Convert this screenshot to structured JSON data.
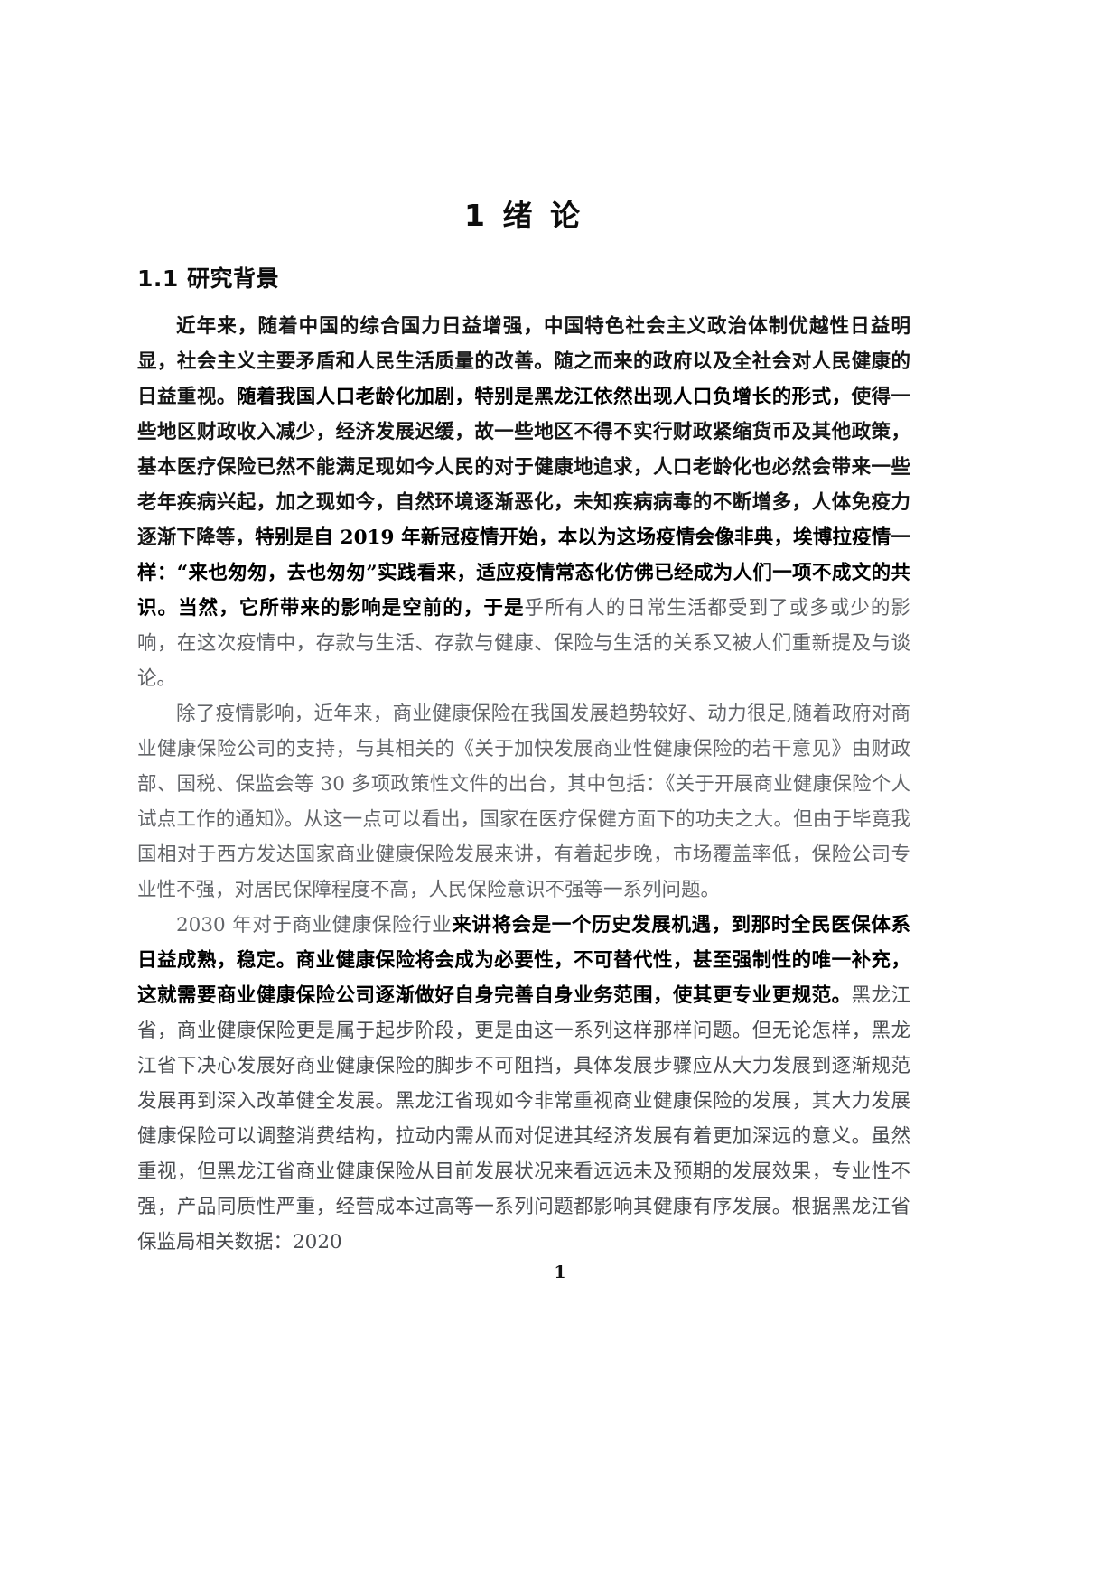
{
  "document": {
    "chapter_title": "1 绪 论",
    "section_heading": "1.1 研究背景",
    "page_number": "1"
  },
  "paragraphs": [
    {
      "id": "p1",
      "runs": [
        {
          "style": "dark",
          "text": "近年来，随着中国的综合国力日益增强，中国特色社会主义政治体制优越性日益明显，社会主义主要矛盾和人民生活质量的改善。随之而来的政府以及全社会对人民健康的日益重视。"
        },
        {
          "style": "bold",
          "text": "随着我国人口老龄化加剧，特别是黑龙江依然出现人口负增长的形式，"
        },
        {
          "style": "dark",
          "text": "使得一些地区财政收入减少，经济发展迟缓，故一些地区不得不实行财政紧缩货币及其他政策，基本医疗保险已然不能满足现如今人民的对于健康地追求，人口老龄化也必然会带来一些老年疾病兴起，加之现如今，自然环境逐渐恶化，未知疾病病毒的不断增多，人体免疫力逐渐下降等，"
        },
        {
          "style": "bold",
          "text": "特别是自 2019 年新冠疫情开始，本以为这场疫情会像非典，埃博拉疫情一样：“来也匆匆，去也匆匆”实践看来，适应疫情常态化仿佛已经成为人们一项不成文的共识。当然，它所带来的影响是空前的，于是"
        },
        {
          "style": "grey",
          "text": "乎所有人的日常生活都受到了或多或少的影响，在这次疫情中，存款与生活、存款与健康、保险与生活的关系又被人们重新提及与谈论。"
        }
      ]
    },
    {
      "id": "p2",
      "runs": [
        {
          "style": "grey-serif",
          "text": "除了疫情影响，近年来，商业健康保险在我国发展趋势较好、动力很足,随着政府对商业健康保险公司的支持，与其相关的《关于加快发展商业性健康保险的若干意见》由财政部、国税、保监会等 30 多项政策性文件的出台，其中包括：《关于开展商业健康保险个人试点工作的通知》。从这一点可以看出，国家在医疗保健方面下的功夫之大。但由于毕竟我国相对于西方发达国家商业健康保险发展来讲，有着起步晚，市场覆盖率低，保险公司专业性不强，对居民保障程度不高，人民保险意识不强等一系列问题。"
        }
      ]
    },
    {
      "id": "p3",
      "runs": [
        {
          "style": "grey-serif",
          "text": "2030 年对于商业健康保险行业"
        },
        {
          "style": "bold",
          "text": "来讲将会是一个历史发展机遇，到那时全民医保体系日益成熟，稳定。商业健康保险将会成为必要性，不可替代性，甚至强制性的唯一补充，这就需要商业健康保险公司逐渐做好自身完善自身业务范围，使其更专业更规范。"
        },
        {
          "style": "mid",
          "text": "黑龙江省，商业健康保险更是属于起步阶段，更是由这一系列这样那样问题。但无论怎样，黑龙江省下决心发展好商业健康保险的脚步不可阻挡，具体发展步骤应从大力发展到逐渐规范发展再到深入改革健全发展。黑龙江省现如今非常重视商业健康保险的发展，其大力发展健康保险可以调整消费结构，拉动内需从而对促进其经济发展有着更加深远的意义。虽然重视，但黑龙江省商业健康保险从目前发展状况来看远远未及预期的发展效果，专业性不强，产品同质性严重，经营成本过高等一系列问题都影响其健康有序发展。根据黑龙江省保监局相关数据：2020"
        }
      ]
    }
  ]
}
